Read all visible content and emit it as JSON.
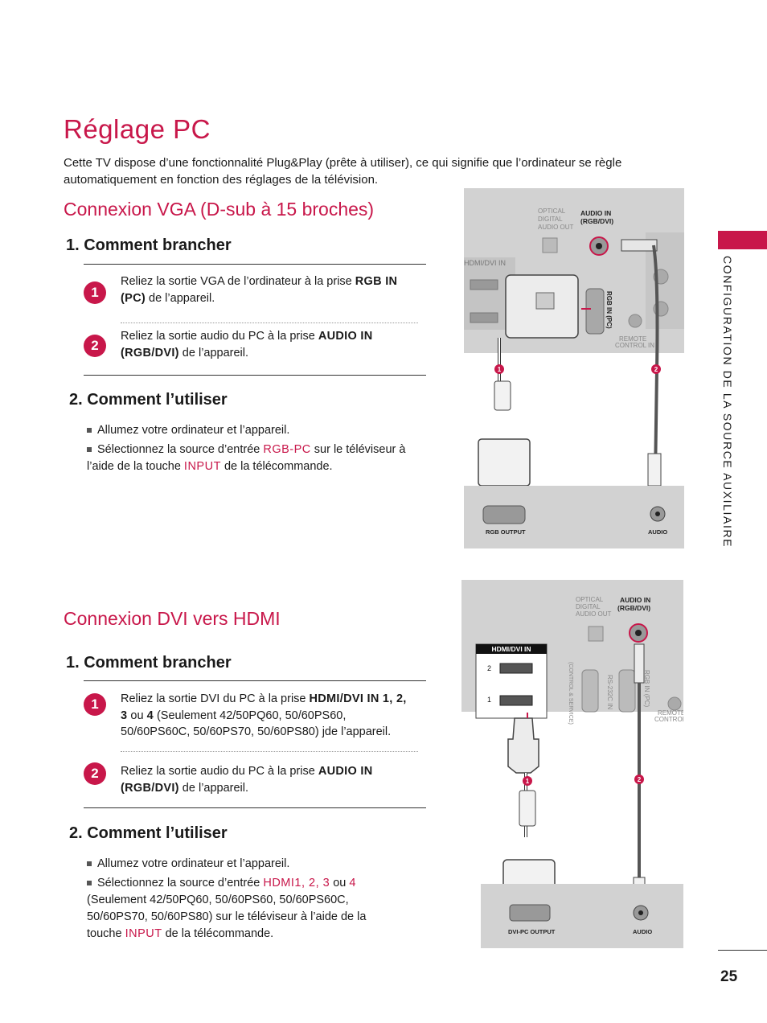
{
  "title": "Réglage PC",
  "intro": "Cette TV dispose d’une fonctionnalité Plug&Play (prête à utiliser), ce qui signifie que l’ordinateur se règle automatiquement en fonction des réglages de la télévision.",
  "side_tab": "CONFIGURATION DE LA SOURCE AUXILIAIRE",
  "page_number": "25",
  "vga": {
    "heading": "Connexion VGA (D-sub à 15 broches)",
    "connect_heading": "1. Comment brancher",
    "step1": {
      "num": "1",
      "pre": "Reliez la sortie VGA de l’ordinateur à la prise ",
      "kw": "RGB IN (PC)",
      "post": " de l’appareil."
    },
    "step2": {
      "num": "2",
      "pre": "Reliez la sortie audio du PC à la prise ",
      "kw": "AUDIO IN (RGB/DVI)",
      "post": " de l’appareil."
    },
    "use_heading": "2. Comment l’utiliser",
    "bullet1": "Allumez votre ordinateur et l’appareil.",
    "bullet2": {
      "pre": "Sélectionnez la source d’entrée ",
      "kw1": "RGB-PC",
      "mid": " sur le téléviseur à l’aide de la touche ",
      "kw2": "INPUT",
      "post": " de la télécommande."
    }
  },
  "dvi": {
    "heading": "Connexion DVI vers HDMI",
    "connect_heading": "1. Comment brancher",
    "step1": {
      "num": "1",
      "pre": "Reliez la sortie DVI du PC à la prise ",
      "kw": "HDMI/DVI IN 1, 2, 3",
      "mid": " ou ",
      "kw2": "4",
      "post": " (Seulement 42/50PQ60, 50/60PS60, 50/60PS60C, 50/60PS70, 50/60PS80) jde l’appareil."
    },
    "step2": {
      "num": "2",
      "pre": "Reliez la sortie audio du PC à la prise ",
      "kw": "AUDIO IN (RGB/DVI)",
      "post": " de l’appareil."
    },
    "use_heading": "2. Comment l’utiliser",
    "bullet1": "Allumez votre ordinateur et l’appareil.",
    "bullet2": {
      "pre": "Sélectionnez la source d’entrée ",
      "kw1": "HDMI1, 2, 3",
      "mid": " ou ",
      "kw2": "4",
      "post": " (Seulement 42/50PQ60, 50/60PS60, 50/60PS60C, 50/60PS70, 50/60PS80) sur le téléviseur à l’aide de la touche ",
      "kw3": "INPUT",
      "post2": " de la télécommande."
    }
  },
  "diagram1": {
    "optical": "OPTICAL DIGITAL AUDIO OUT",
    "audio_in": "AUDIO IN (RGB/DVI)",
    "hdmi_dvi_in": "HDMI/DVI IN",
    "rgb_in": "RGB IN (PC)",
    "remote": "REMOTE CONTROL IN",
    "rgb_output": "RGB OUTPUT",
    "audio": "AUDIO",
    "marker1": "1",
    "marker2": "2"
  },
  "diagram2": {
    "optical": "OPTICAL DIGITAL AUDIO OUT",
    "audio_in": "AUDIO IN (RGB/DVI)",
    "hdmi_dvi_in": "HDMI/DVI IN",
    "port2": "2",
    "port1": "1",
    "control_service": "(CONTROL & SERVICE)",
    "rs232": "RS-232C IN",
    "rgb_in": "RGB IN (PC)",
    "remote": "REMOTE CONTROL",
    "dvi_output": "DVI-PC OUTPUT",
    "audio": "AUDIO",
    "marker1": "1",
    "marker2": "2"
  }
}
